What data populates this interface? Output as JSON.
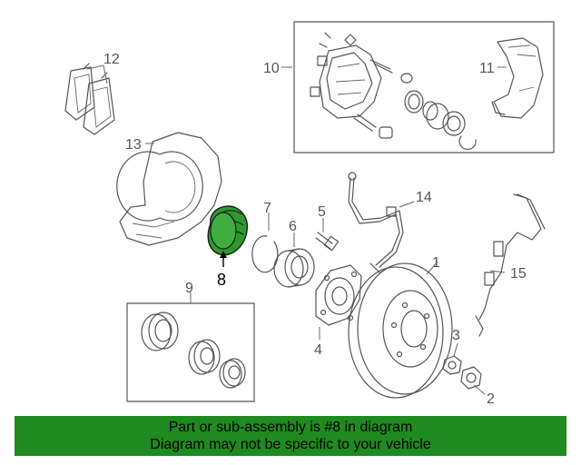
{
  "callouts": {
    "c1": "1",
    "c2": "2",
    "c3": "3",
    "c4": "4",
    "c5": "5",
    "c6": "6",
    "c7": "7",
    "c8": "8",
    "c9": "9",
    "c10": "10",
    "c11": "11",
    "c12": "12",
    "c13": "13",
    "c14": "14",
    "c15": "15"
  },
  "highlight": {
    "part": "8",
    "color": "#2e9a2e"
  },
  "banner": {
    "line1": "Part or sub-assembly is #8 in diagram",
    "line2": "Diagram may not be specific to your vehicle",
    "background": "#1f8a1f"
  }
}
